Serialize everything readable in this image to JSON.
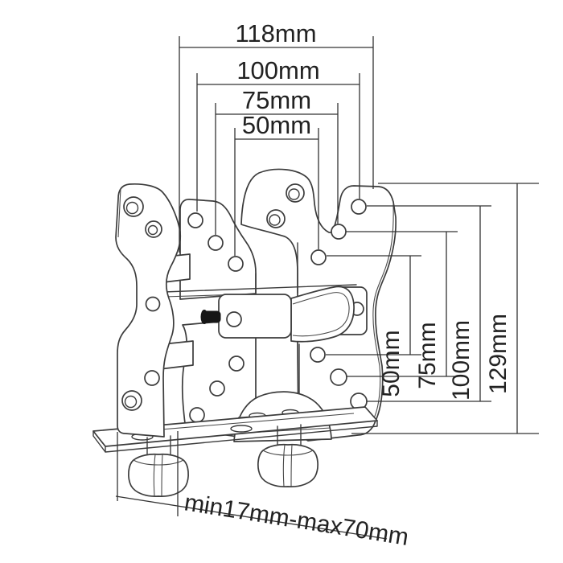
{
  "drawing": {
    "title_hint": "",
    "top_dimensions": [
      {
        "label": "118mm"
      },
      {
        "label": "100mm"
      },
      {
        "label": "75mm"
      },
      {
        "label": "50mm"
      }
    ],
    "right_dimensions": [
      {
        "label": "50mm"
      },
      {
        "label": "75mm"
      },
      {
        "label": "100mm"
      },
      {
        "label": "129mm"
      }
    ],
    "bottom_dimension": {
      "label": "min17mm-max70mm"
    },
    "colors": {
      "background": "#ffffff",
      "line": "#3c3c3c",
      "dimension_line": "#333333",
      "text": "#222222",
      "pin": "#161616"
    }
  }
}
